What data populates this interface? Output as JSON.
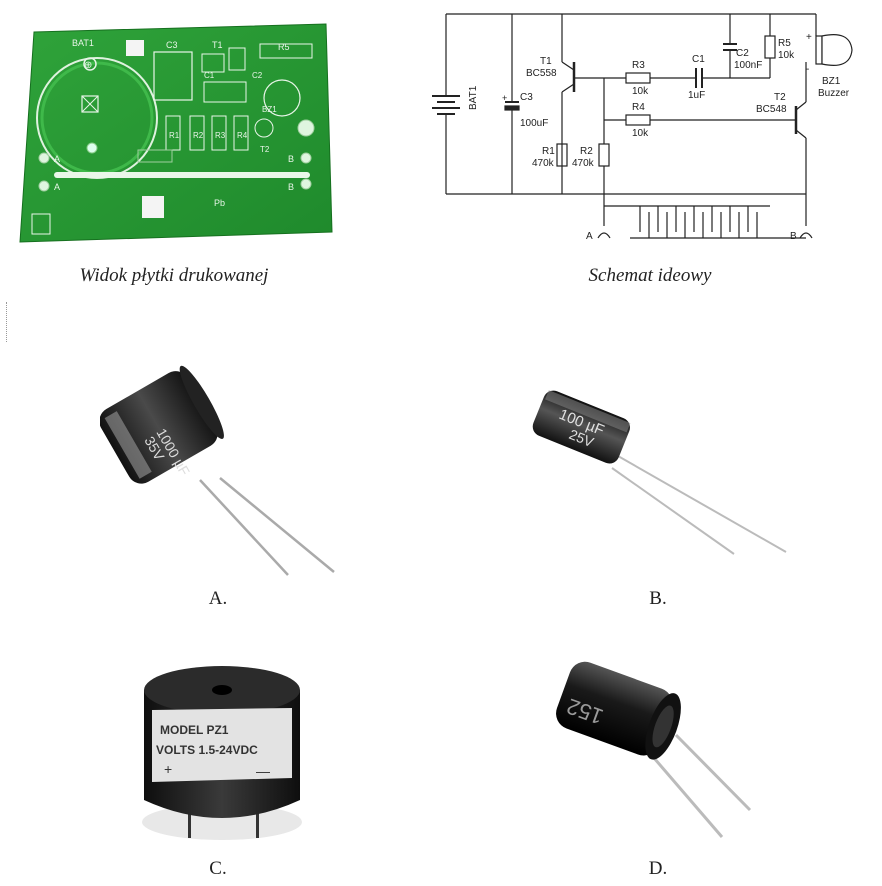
{
  "captions": {
    "pcb": "Widok płytki drukowanej",
    "schematic": "Schemat ideowy"
  },
  "pcb_labels": {
    "bat": "BAT1",
    "c3": "C3",
    "t1": "T1",
    "r5": "R5",
    "c1": "C1",
    "c2": "C2",
    "r1": "R1",
    "r2": "R2",
    "r3": "R3",
    "r4": "R4",
    "bz1": "BZ1",
    "t2": "T2",
    "a": "A",
    "b": "B",
    "pb": "Pb"
  },
  "schematic": {
    "bat1": "BAT1",
    "t1": "T1",
    "t1_type": "BC558",
    "c3": "C3",
    "c3_val": "100uF",
    "r1": "R1",
    "r1_val": "470k",
    "r2": "R2",
    "r2_val": "470k",
    "r3": "R3",
    "r3_val": "10k",
    "r4": "R4",
    "r4_val": "10k",
    "c1": "C1",
    "c1_val": "1uF",
    "c2": "C2",
    "c2_val": "100nF",
    "r5": "R5",
    "r5_val": "10k",
    "t2": "T2",
    "t2_type": "BC548",
    "bz1": "BZ1",
    "bz1_name": "Buzzer",
    "term_a": "A",
    "term_b": "B",
    "plus": "+",
    "minus": "-"
  },
  "options": {
    "a": "A.",
    "b": "B.",
    "c": "C.",
    "d": "D."
  },
  "component_text": {
    "cap_a_value": "1000 µF",
    "cap_a_voltage": "35V",
    "cap_b_value": "100 µF",
    "cap_b_voltage": "25V",
    "buzzer_line1": "MODEL PZ1",
    "buzzer_line2": "VOLTS 1.5-24VDC",
    "buzzer_plus": "+",
    "buzzer_minus": "—",
    "inductor_code": "152"
  }
}
